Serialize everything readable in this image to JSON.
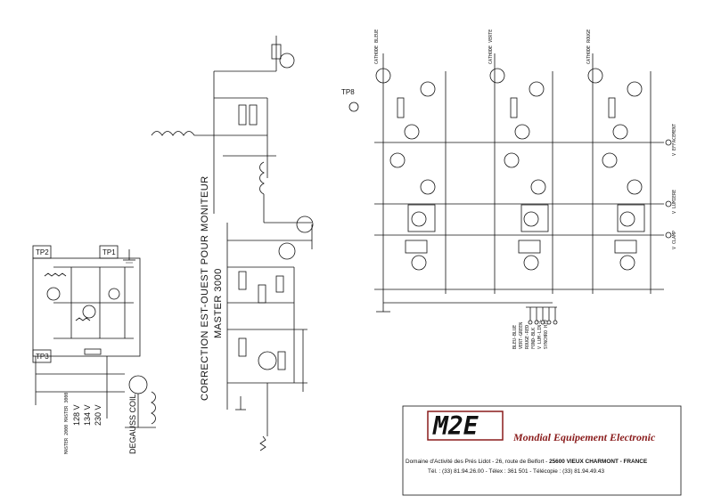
{
  "title_block": {
    "logo_text": "M2E",
    "company": "Mondial Equipement Electronic",
    "address_start": "Domaine d'Activité des Prés Lidot - 26, route de Belfort - ",
    "address_city": "25600 VIEUX CHARMONT - FRANCE",
    "phones": "Tél. : (33) 81.94.26.00 - Télex : 361 501 - Télécopie : (33) 81.94.49.43"
  },
  "test_points": {
    "tp1": "TP1",
    "tp2": "TP2",
    "tp3": "TP3",
    "tp8": "TP8"
  },
  "rotated_titles": {
    "line1": "CORRECTION EST-OUEST POUR MONITEUR",
    "line2": "MASTER 3000"
  },
  "voltages": {
    "v128": "128 V",
    "v134": "134 V",
    "v230": "230 V",
    "master": "MASTER 2000  MASTER 3000",
    "degauss": "DEGAUSS COIL"
  },
  "cathodes": {
    "blue": "CATHODE BLEUE",
    "green": "CATHODE VERTE",
    "red": "CATHODE ROUGE"
  },
  "outputs": {
    "out1": "V EFFACEMENT",
    "out2": "V LUMIERE",
    "out3": "V CLAMP"
  },
  "inputs": {
    "blue": "BLEU-BLUE",
    "green": "VERT-GREEN",
    "red": "ROUGE-RED",
    "fond": "FOND-BLK",
    "vlum": "V LUM-LIN-C",
    "sync": "SYNCHRO H/V"
  },
  "colors": {
    "ink": "#111111",
    "brand_red": "#8a1c1c"
  }
}
